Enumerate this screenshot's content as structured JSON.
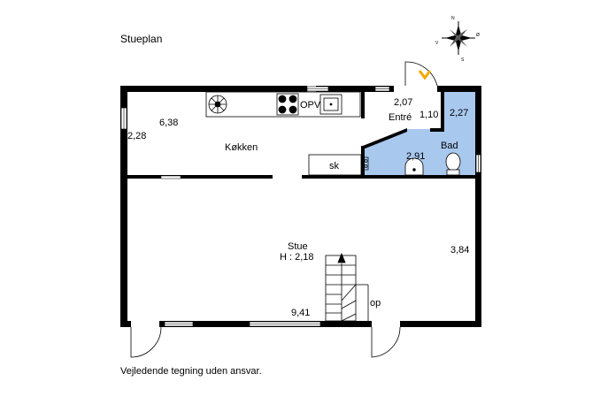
{
  "title": "Stueplan",
  "disclaimer": "Vejledende tegning uden ansvar.",
  "compass": {
    "n": "N",
    "s": "S",
    "e": "Ø",
    "w": "V"
  },
  "rooms": {
    "kitchen": {
      "name": "Køkken",
      "width": "6,38",
      "depth": "2,28"
    },
    "entrance": {
      "name": "Entré",
      "width": "2,07",
      "depth": "1,10"
    },
    "bath": {
      "name": "Bad",
      "width": "2,91",
      "depth": "2,27"
    },
    "living": {
      "name": "Stue",
      "height": "H : 2,18",
      "width": "9,41",
      "depth": "3,84"
    }
  },
  "fixtures": {
    "oven": "OPV",
    "cabinet": "sk",
    "stairs": "op"
  },
  "colors": {
    "wall": "#000000",
    "bath_fill": "#a9c8ee",
    "entry_arrow": "#f5a800"
  }
}
